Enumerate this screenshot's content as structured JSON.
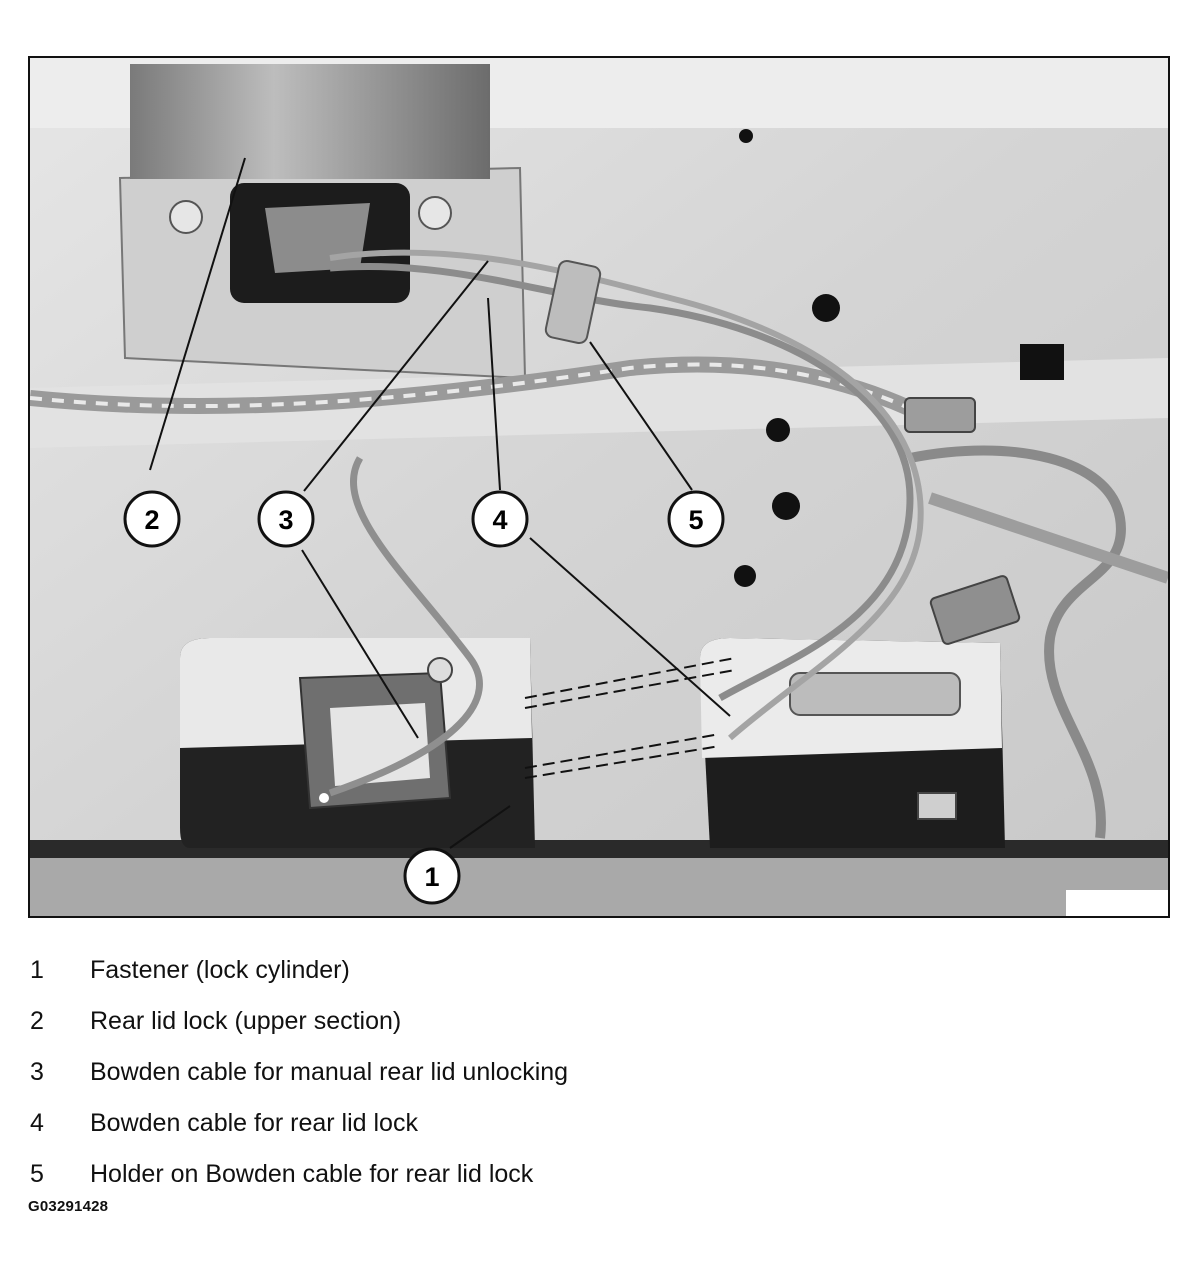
{
  "callouts": [
    {
      "number": "1",
      "description": "Fastener (lock cylinder)"
    },
    {
      "number": "2",
      "description": "Rear lid lock (upper section)"
    },
    {
      "number": "3",
      "description": "Bowden cable for manual rear lid unlocking"
    },
    {
      "number": "4",
      "description": "Bowden cable for rear lid lock"
    },
    {
      "number": "5",
      "description": "Holder on Bowden cable for rear lid lock"
    }
  ],
  "figure_id": "G03291428",
  "colors": {
    "panel": "#d9d9d9",
    "panel_light": "#ececec",
    "shadow": "#1a1a1a",
    "cable": "#8f8f8f",
    "line": "#111111"
  }
}
